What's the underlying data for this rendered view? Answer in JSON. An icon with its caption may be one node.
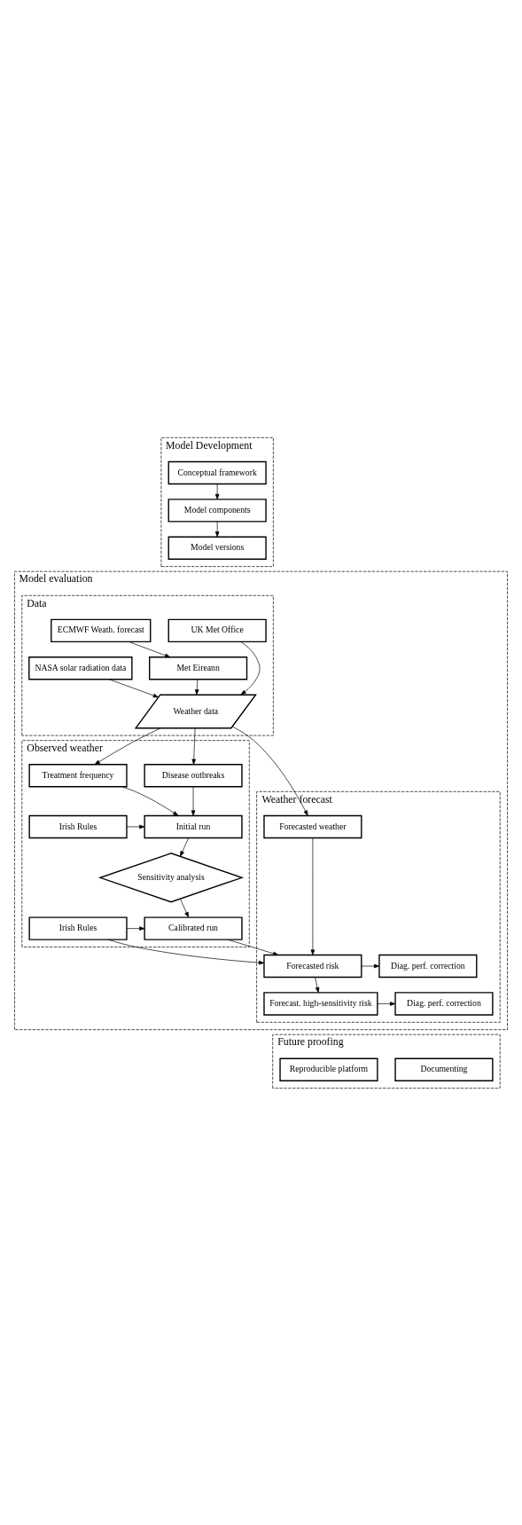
{
  "diagram": {
    "nodes": [
      {
        "text": [
          "Model Development"
        ]
      },
      {
        "text": [
          "Conceptual framework"
        ],
        "in": 0
      },
      {
        "text": [
          "Model components"
        ],
        "in": 0
      },
      {
        "text": [
          "Model versions"
        ],
        "in": 0
      },
      {
        "text": [
          "Model evaluation"
        ]
      },
      {
        "text": [
          "Data"
        ],
        "in": 4
      },
      {
        "text": [
          "UK Met Office"
        ],
        "in": 5
      },
      {
        "text": [
          "ECMWF Weath. forecast"
        ],
        "in": 5
      },
      {
        "text": [
          "NASA solar radiation data"
        ],
        "in": 5
      },
      {
        "text": [
          "Met Eireann"
        ],
        "in": 5
      },
      {
        "text": [
          "Weather data"
        ],
        "in": 5
      },
      {
        "text": [
          "Observed weather"
        ],
        "in": 4
      },
      {
        "text": [
          "Disease outbreaks"
        ],
        "in": 11
      },
      {
        "text": [
          "Treatment frequency"
        ],
        "in": 11
      },
      {
        "text": [
          "Initial run"
        ],
        "in": 11
      },
      {
        "text": [
          "Irish Rules"
        ],
        "in": 11
      },
      {
        "text": [
          "Sensitivity analysis"
        ],
        "in": 11
      },
      {
        "text": [
          "Calibrated run"
        ],
        "in": 11
      },
      {
        "text": [
          "Irish Rules"
        ],
        "in": 11
      },
      {
        "text": [
          "Weather forecast"
        ],
        "in": 4
      },
      {
        "text": [
          "Forecasted weather"
        ],
        "in": 19
      },
      {
        "text": [
          "Forecasted risk"
        ],
        "in": 19
      },
      {
        "text": [
          "Diag. perf. correction"
        ],
        "in": 19
      },
      {
        "text": [
          "Forecast. high-sensitivity risk"
        ],
        "in": 19
      },
      {
        "text": [
          "Diag. perf. correction"
        ],
        "in": 19
      },
      {
        "text": [
          "Future proofing"
        ]
      },
      {
        "text": [
          "Documenting"
        ],
        "in": 25
      },
      {
        "text": [
          "Reproducible platform"
        ],
        "in": 25
      }
    ],
    "edges": [
      {
        "from": 1,
        "to": 2,
        "arrow": "to"
      },
      {
        "from": 2,
        "to": 3,
        "arrow": "to"
      },
      {
        "from": 7,
        "to": 9,
        "arrow": "to"
      },
      {
        "from": 6,
        "to": 10,
        "arrow": "to"
      },
      {
        "from": 8,
        "to": 10,
        "arrow": "to"
      },
      {
        "from": 9,
        "to": 10,
        "arrow": "to"
      },
      {
        "from": 10,
        "to": 12,
        "arrow": "to"
      },
      {
        "from": 10,
        "to": 13,
        "arrow": "to"
      },
      {
        "from": 10,
        "to": 20,
        "arrow": "to"
      },
      {
        "from": 12,
        "to": 14,
        "arrow": "to"
      },
      {
        "from": 13,
        "to": 14,
        "arrow": "to"
      },
      {
        "from": 15,
        "to": 14,
        "arrow": "to"
      },
      {
        "from": 14,
        "to": 16,
        "arrow": "to"
      },
      {
        "from": 16,
        "to": 17,
        "arrow": "to"
      },
      {
        "from": 18,
        "to": 17,
        "arrow": "to"
      },
      {
        "from": 17,
        "to": 21,
        "arrow": "to"
      },
      {
        "from": 18,
        "to": 21,
        "arrow": "to"
      },
      {
        "from": 20,
        "to": 21,
        "arrow": "to"
      },
      {
        "from": 21,
        "to": 22,
        "arrow": "to"
      },
      {
        "from": 21,
        "to": 23,
        "arrow": "to"
      },
      {
        "from": 23,
        "to": 24,
        "arrow": "to"
      }
    ]
  }
}
